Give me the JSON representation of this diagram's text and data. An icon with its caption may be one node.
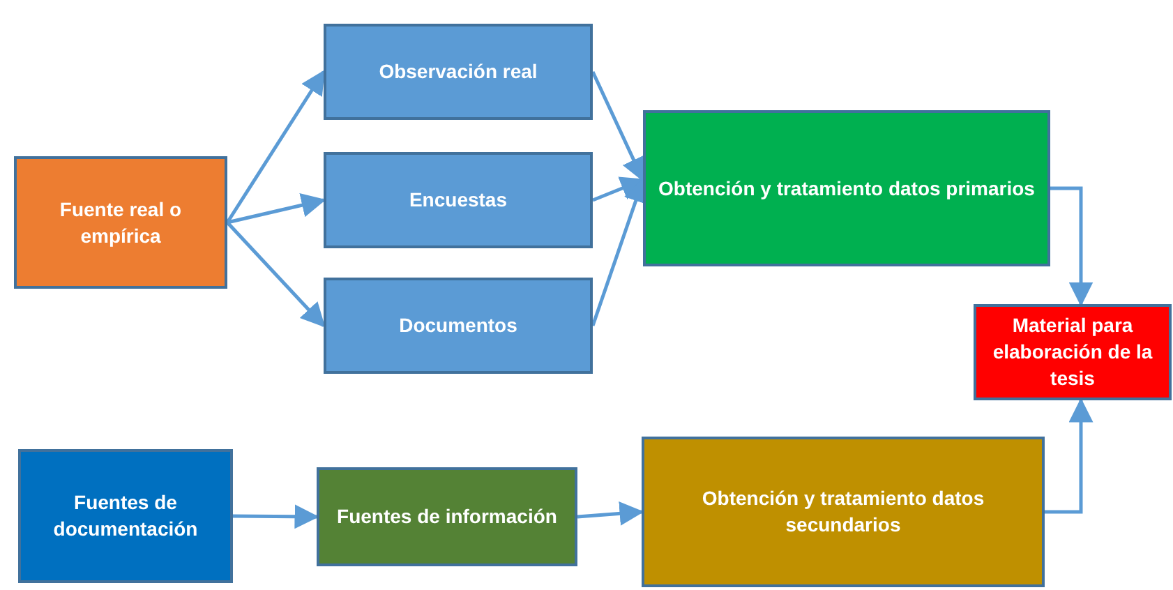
{
  "diagram": {
    "nodes": [
      {
        "text": [
          "Fuente real o empírica"
        ]
      },
      {
        "text": [
          "Observación real"
        ]
      },
      {
        "text": [
          "Encuestas"
        ]
      },
      {
        "text": [
          "Documentos"
        ]
      },
      {
        "text": [
          "Obtención y tratamiento datos primarios"
        ]
      },
      {
        "text": [
          "Material para elaboración de la tesis"
        ]
      },
      {
        "text": [
          "Fuentes de documentación"
        ]
      },
      {
        "text": [
          "Fuentes de información"
        ]
      },
      {
        "text": [
          "Obtención y tratamiento datos secundarios"
        ]
      }
    ],
    "edges": [
      {
        "from": 0,
        "to": 1,
        "arrow": "to"
      },
      {
        "from": 0,
        "to": 2,
        "arrow": "to"
      },
      {
        "from": 0,
        "to": 3,
        "arrow": "to"
      },
      {
        "from": 1,
        "to": 4,
        "arrow": "to"
      },
      {
        "from": 2,
        "to": 4,
        "arrow": "to"
      },
      {
        "from": 3,
        "to": 4,
        "arrow": "to"
      },
      {
        "from": 4,
        "to": 5,
        "arrow": "to"
      },
      {
        "from": 6,
        "to": 7,
        "arrow": "to"
      },
      {
        "from": 7,
        "to": 8,
        "arrow": "to"
      },
      {
        "from": 8,
        "to": 5,
        "arrow": "to"
      }
    ]
  }
}
